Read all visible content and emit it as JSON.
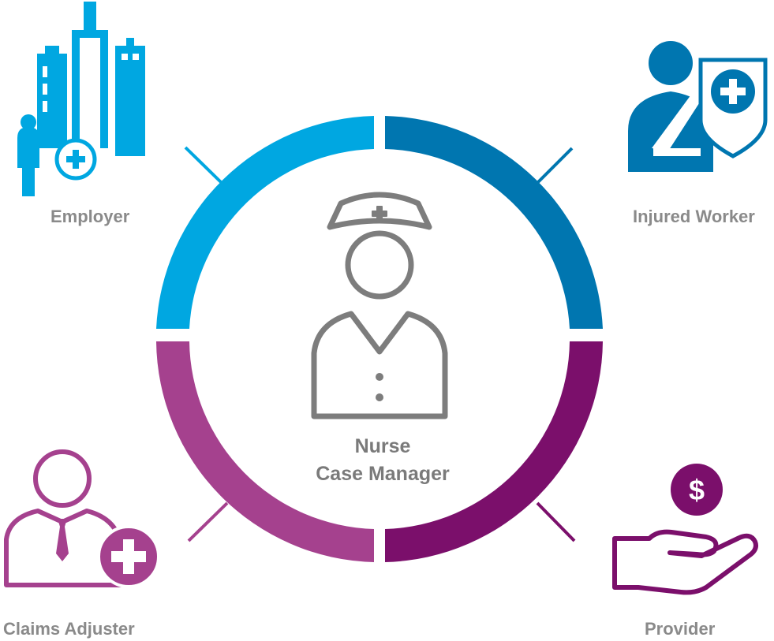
{
  "center": {
    "line1": "Nurse",
    "line2": "Case Manager",
    "icon": "nurse-icon"
  },
  "stakeholders": [
    {
      "id": "employer",
      "label": "Employer",
      "icon": "buildings-person-icon",
      "color": "#00a7e1"
    },
    {
      "id": "injured-worker",
      "label": "Injured Worker",
      "icon": "injured-worker-shield-icon",
      "color": "#0076b0"
    },
    {
      "id": "claims-adjuster",
      "label": "Claims Adjuster",
      "icon": "adjuster-plus-icon",
      "color": "#a5418e"
    },
    {
      "id": "provider",
      "label": "Provider",
      "icon": "hand-dollar-icon",
      "color": "#7b0f6b"
    }
  ],
  "colors": {
    "label_gray": "#8a8a8a",
    "icon_gray": "#7d7d7d"
  }
}
